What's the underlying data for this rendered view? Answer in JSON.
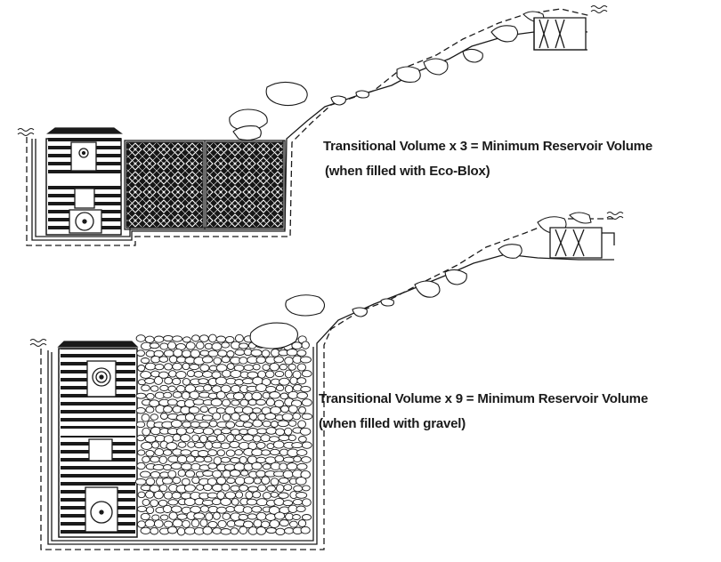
{
  "captions": {
    "top_line1": "Transitional Volume x 3 = Minimum Reservoir Volume",
    "top_line2": "(when filled with Eco-Blox)",
    "bottom_line1": "Transitional Volume x 9 = Minimum Reservoir Volume",
    "bottom_line2": "(when filled with gravel)"
  },
  "colors": {
    "line": "#1a1a1a",
    "blox": "#161616",
    "background": "#ffffff"
  }
}
